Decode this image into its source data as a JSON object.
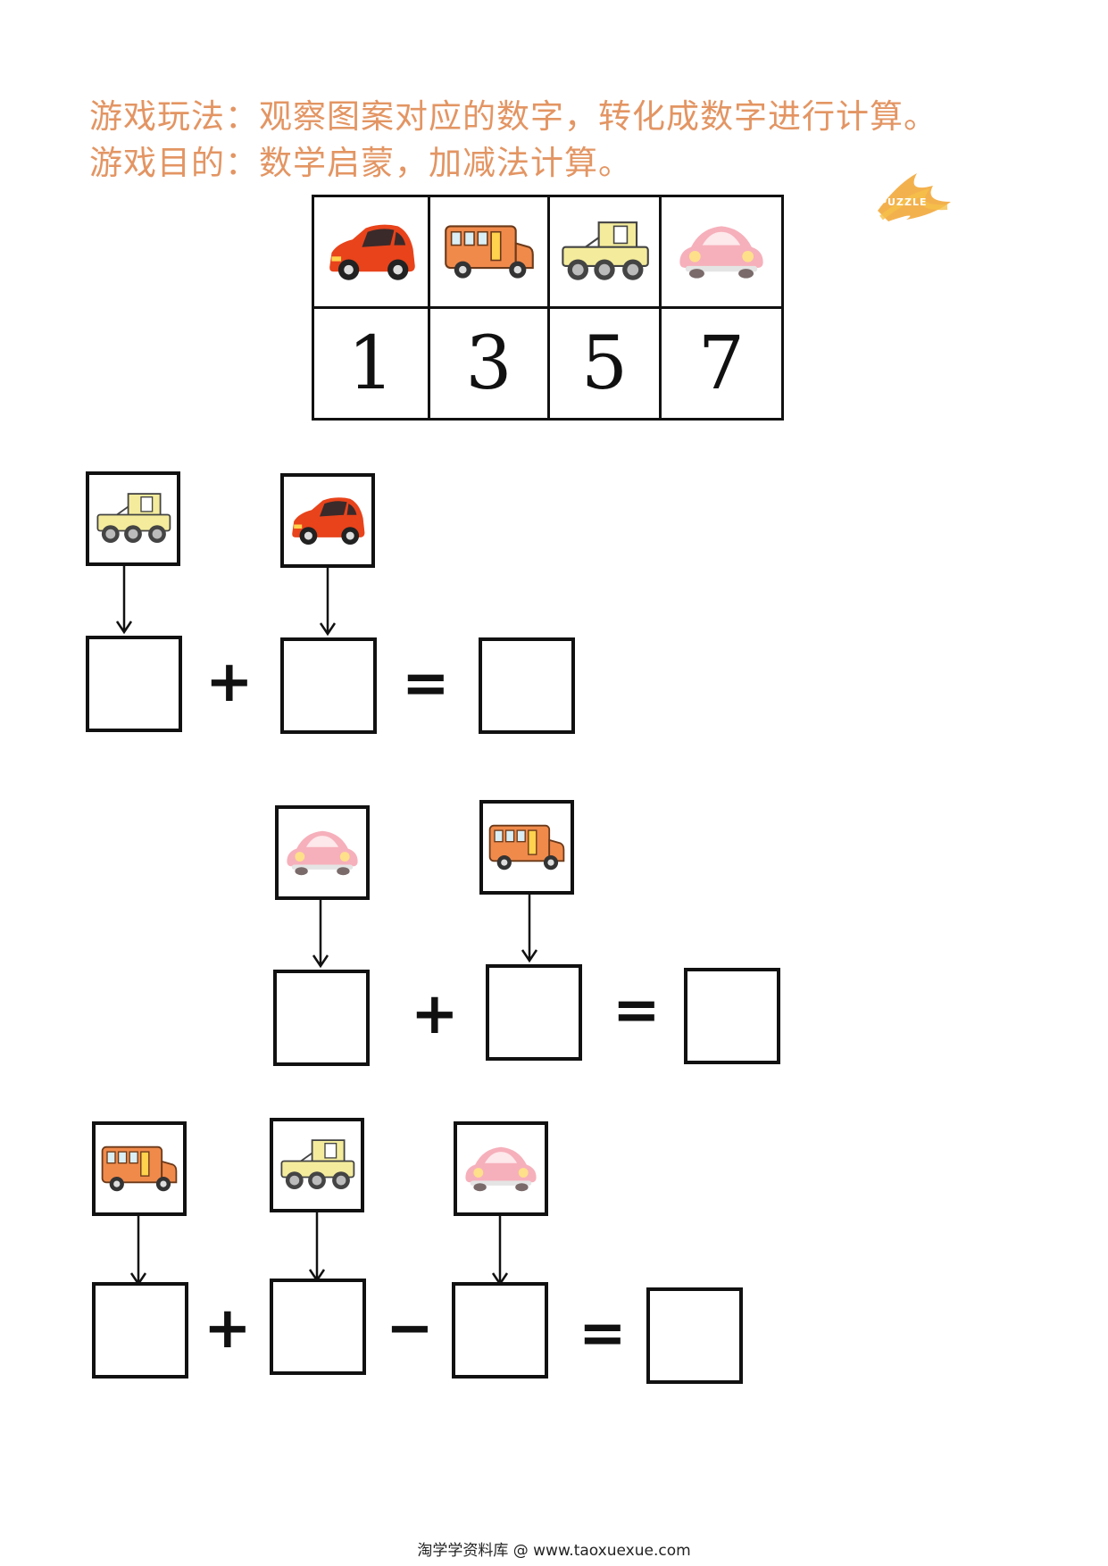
{
  "instructions": {
    "line1": "游戏玩法：观察图案对应的数字，转化成数字进行计算。",
    "line2": "游戏目的：数学启蒙，加减法计算。"
  },
  "brand_mark": "PUZZLE",
  "key_table": {
    "icons": [
      "red-car-icon",
      "orange-bus-icon",
      "yellow-jeep-icon",
      "pink-beetle-icon"
    ],
    "numbers": [
      "1",
      "3",
      "5",
      "7"
    ]
  },
  "problems": [
    {
      "pictures": [
        "yellow-jeep-icon",
        "red-car-icon"
      ],
      "operators": [
        "+",
        "="
      ]
    },
    {
      "pictures": [
        "pink-beetle-icon",
        "orange-bus-icon"
      ],
      "operators": [
        "+",
        "="
      ]
    },
    {
      "pictures": [
        "orange-bus-icon",
        "yellow-jeep-icon",
        "pink-beetle-icon"
      ],
      "operators": [
        "+",
        "−",
        "="
      ]
    }
  ],
  "colors": {
    "instruction_text": "#e39563",
    "red_car": "#e8431b",
    "orange_bus": "#f08a4b",
    "yellow_jeep": "#f4ec9c",
    "pink_beetle": "#f6b0bb"
  },
  "footer": "淘学学资料库 @ www.taoxuexue.com"
}
